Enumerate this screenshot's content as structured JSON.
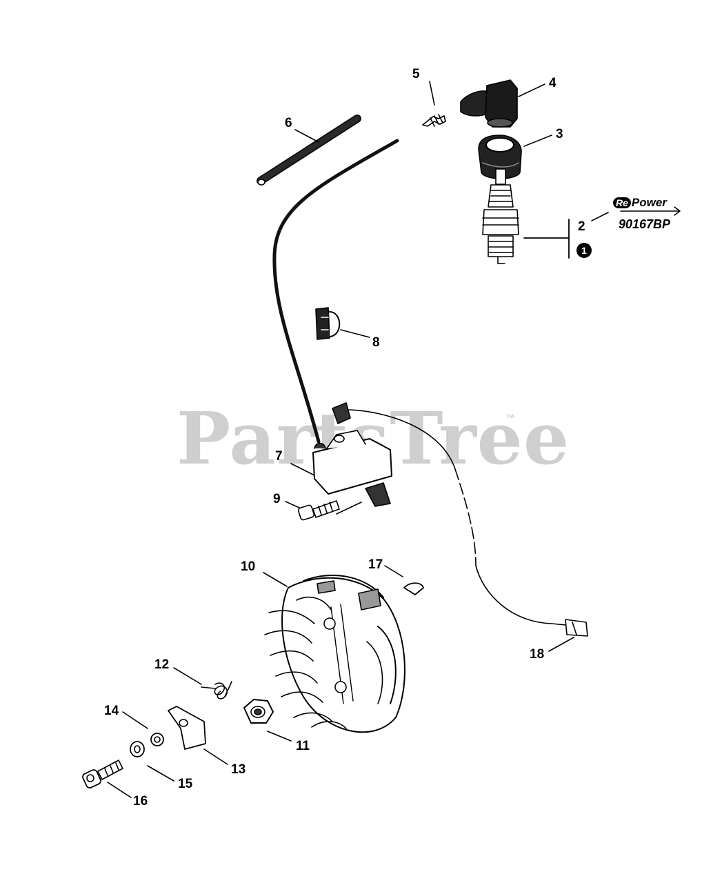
{
  "watermark": {
    "text": "PartsTree",
    "tm": "™"
  },
  "repower": {
    "badge": "Re",
    "brand": "Power",
    "part_number": "90167BP"
  },
  "kit_marker": "1",
  "callouts": [
    "2",
    "3",
    "4",
    "5",
    "6",
    "7",
    "8",
    "9",
    "10",
    "11",
    "12",
    "13",
    "14",
    "15",
    "16",
    "17",
    "18"
  ],
  "colors": {
    "line": "#000000",
    "watermark": "#cfcfcf",
    "fill_dark": "#111111",
    "fill_light": "#ffffff"
  },
  "parts": [
    {
      "label": "2",
      "icon": "spark-plug-icon"
    },
    {
      "label": "3",
      "icon": "spark-plug-boot-cap-icon"
    },
    {
      "label": "4",
      "icon": "terminal-cap-icon"
    },
    {
      "label": "5",
      "icon": "spring-clip-icon"
    },
    {
      "label": "6",
      "icon": "fuel-hose-icon"
    },
    {
      "label": "7",
      "icon": "ignition-coil-icon"
    },
    {
      "label": "8",
      "icon": "grommet-icon"
    },
    {
      "label": "9",
      "icon": "coil-screw-icon"
    },
    {
      "label": "10",
      "icon": "flywheel-icon"
    },
    {
      "label": "11",
      "icon": "flywheel-nut-icon"
    },
    {
      "label": "12",
      "icon": "torsion-spring-icon"
    },
    {
      "label": "13",
      "icon": "pawl-icon"
    },
    {
      "label": "14",
      "icon": "spacer-icon"
    },
    {
      "label": "15",
      "icon": "washer-icon"
    },
    {
      "label": "16",
      "icon": "shoulder-bolt-icon"
    },
    {
      "label": "17",
      "icon": "woodruff-key-icon"
    },
    {
      "label": "18",
      "icon": "stop-switch-wire-icon"
    }
  ]
}
